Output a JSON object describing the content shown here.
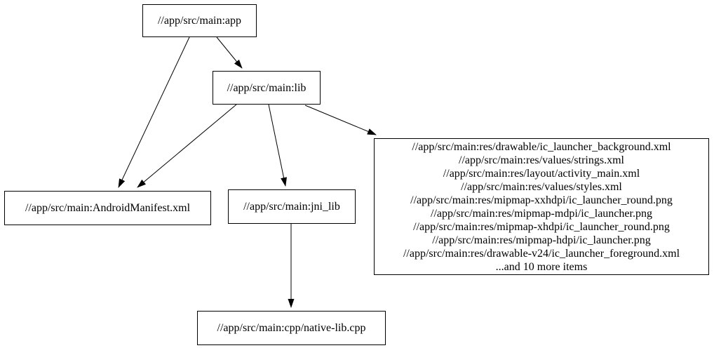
{
  "graph": {
    "background_color": "#ffffff",
    "node_border_color": "#000000",
    "edge_color": "#000000",
    "text_color": "#000000",
    "nodes": {
      "app": {
        "label": "//app/src/main:app"
      },
      "lib": {
        "label": "//app/src/main:lib"
      },
      "android_manifest": {
        "label": "//app/src/main:AndroidManifest.xml"
      },
      "jni_lib": {
        "label": "//app/src/main:jni_lib"
      },
      "res_group": {
        "lines": [
          "//app/src/main:res/drawable/ic_launcher_background.xml",
          "//app/src/main:res/values/strings.xml",
          "//app/src/main:res/layout/activity_main.xml",
          "//app/src/main:res/values/styles.xml",
          "//app/src/main:res/mipmap-xxhdpi/ic_launcher_round.png",
          "//app/src/main:res/mipmap-mdpi/ic_launcher.png",
          "//app/src/main:res/mipmap-xhdpi/ic_launcher_round.png",
          "//app/src/main:res/mipmap-hdpi/ic_launcher.png",
          "//app/src/main:res/drawable-v24/ic_launcher_foreground.xml",
          "...and 10 more items"
        ]
      },
      "native_lib": {
        "label": "//app/src/main:cpp/native-lib.cpp"
      }
    },
    "edges": [
      {
        "from": "//app/src/main:app",
        "to": "//app/src/main:lib"
      },
      {
        "from": "//app/src/main:app",
        "to": "//app/src/main:AndroidManifest.xml"
      },
      {
        "from": "//app/src/main:lib",
        "to": "//app/src/main:AndroidManifest.xml"
      },
      {
        "from": "//app/src/main:lib",
        "to": "//app/src/main:jni_lib"
      },
      {
        "from": "//app/src/main:lib",
        "to": "res_group"
      },
      {
        "from": "//app/src/main:jni_lib",
        "to": "//app/src/main:cpp/native-lib.cpp"
      }
    ]
  }
}
